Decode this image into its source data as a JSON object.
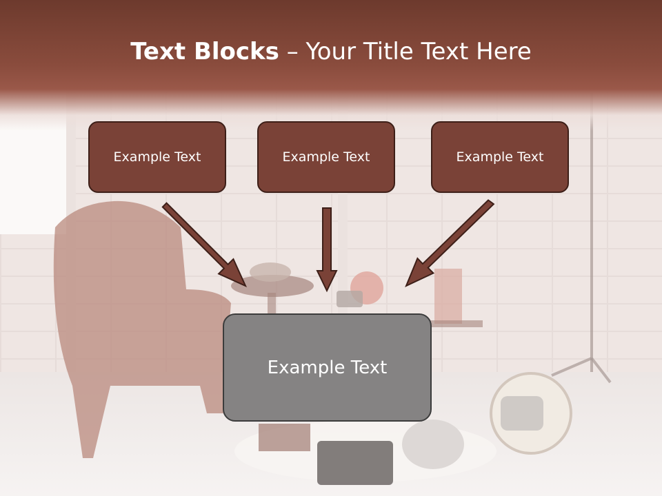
{
  "slide": {
    "title_bold": "Text Blocks",
    "title_rest": " – Your Title Text Here",
    "boxes": [
      {
        "label": "Example Text"
      },
      {
        "label": "Example Text"
      },
      {
        "label": "Example Text"
      }
    ],
    "center_box": {
      "label": "Example Text"
    }
  },
  "colors": {
    "header_band": "#8a4c3d",
    "small_box_fill": "#7a4237",
    "small_box_border": "#3d1f18",
    "center_box_fill": "#858383",
    "center_box_border": "#3c3c3c",
    "arrow_fill": "#7a4237"
  }
}
